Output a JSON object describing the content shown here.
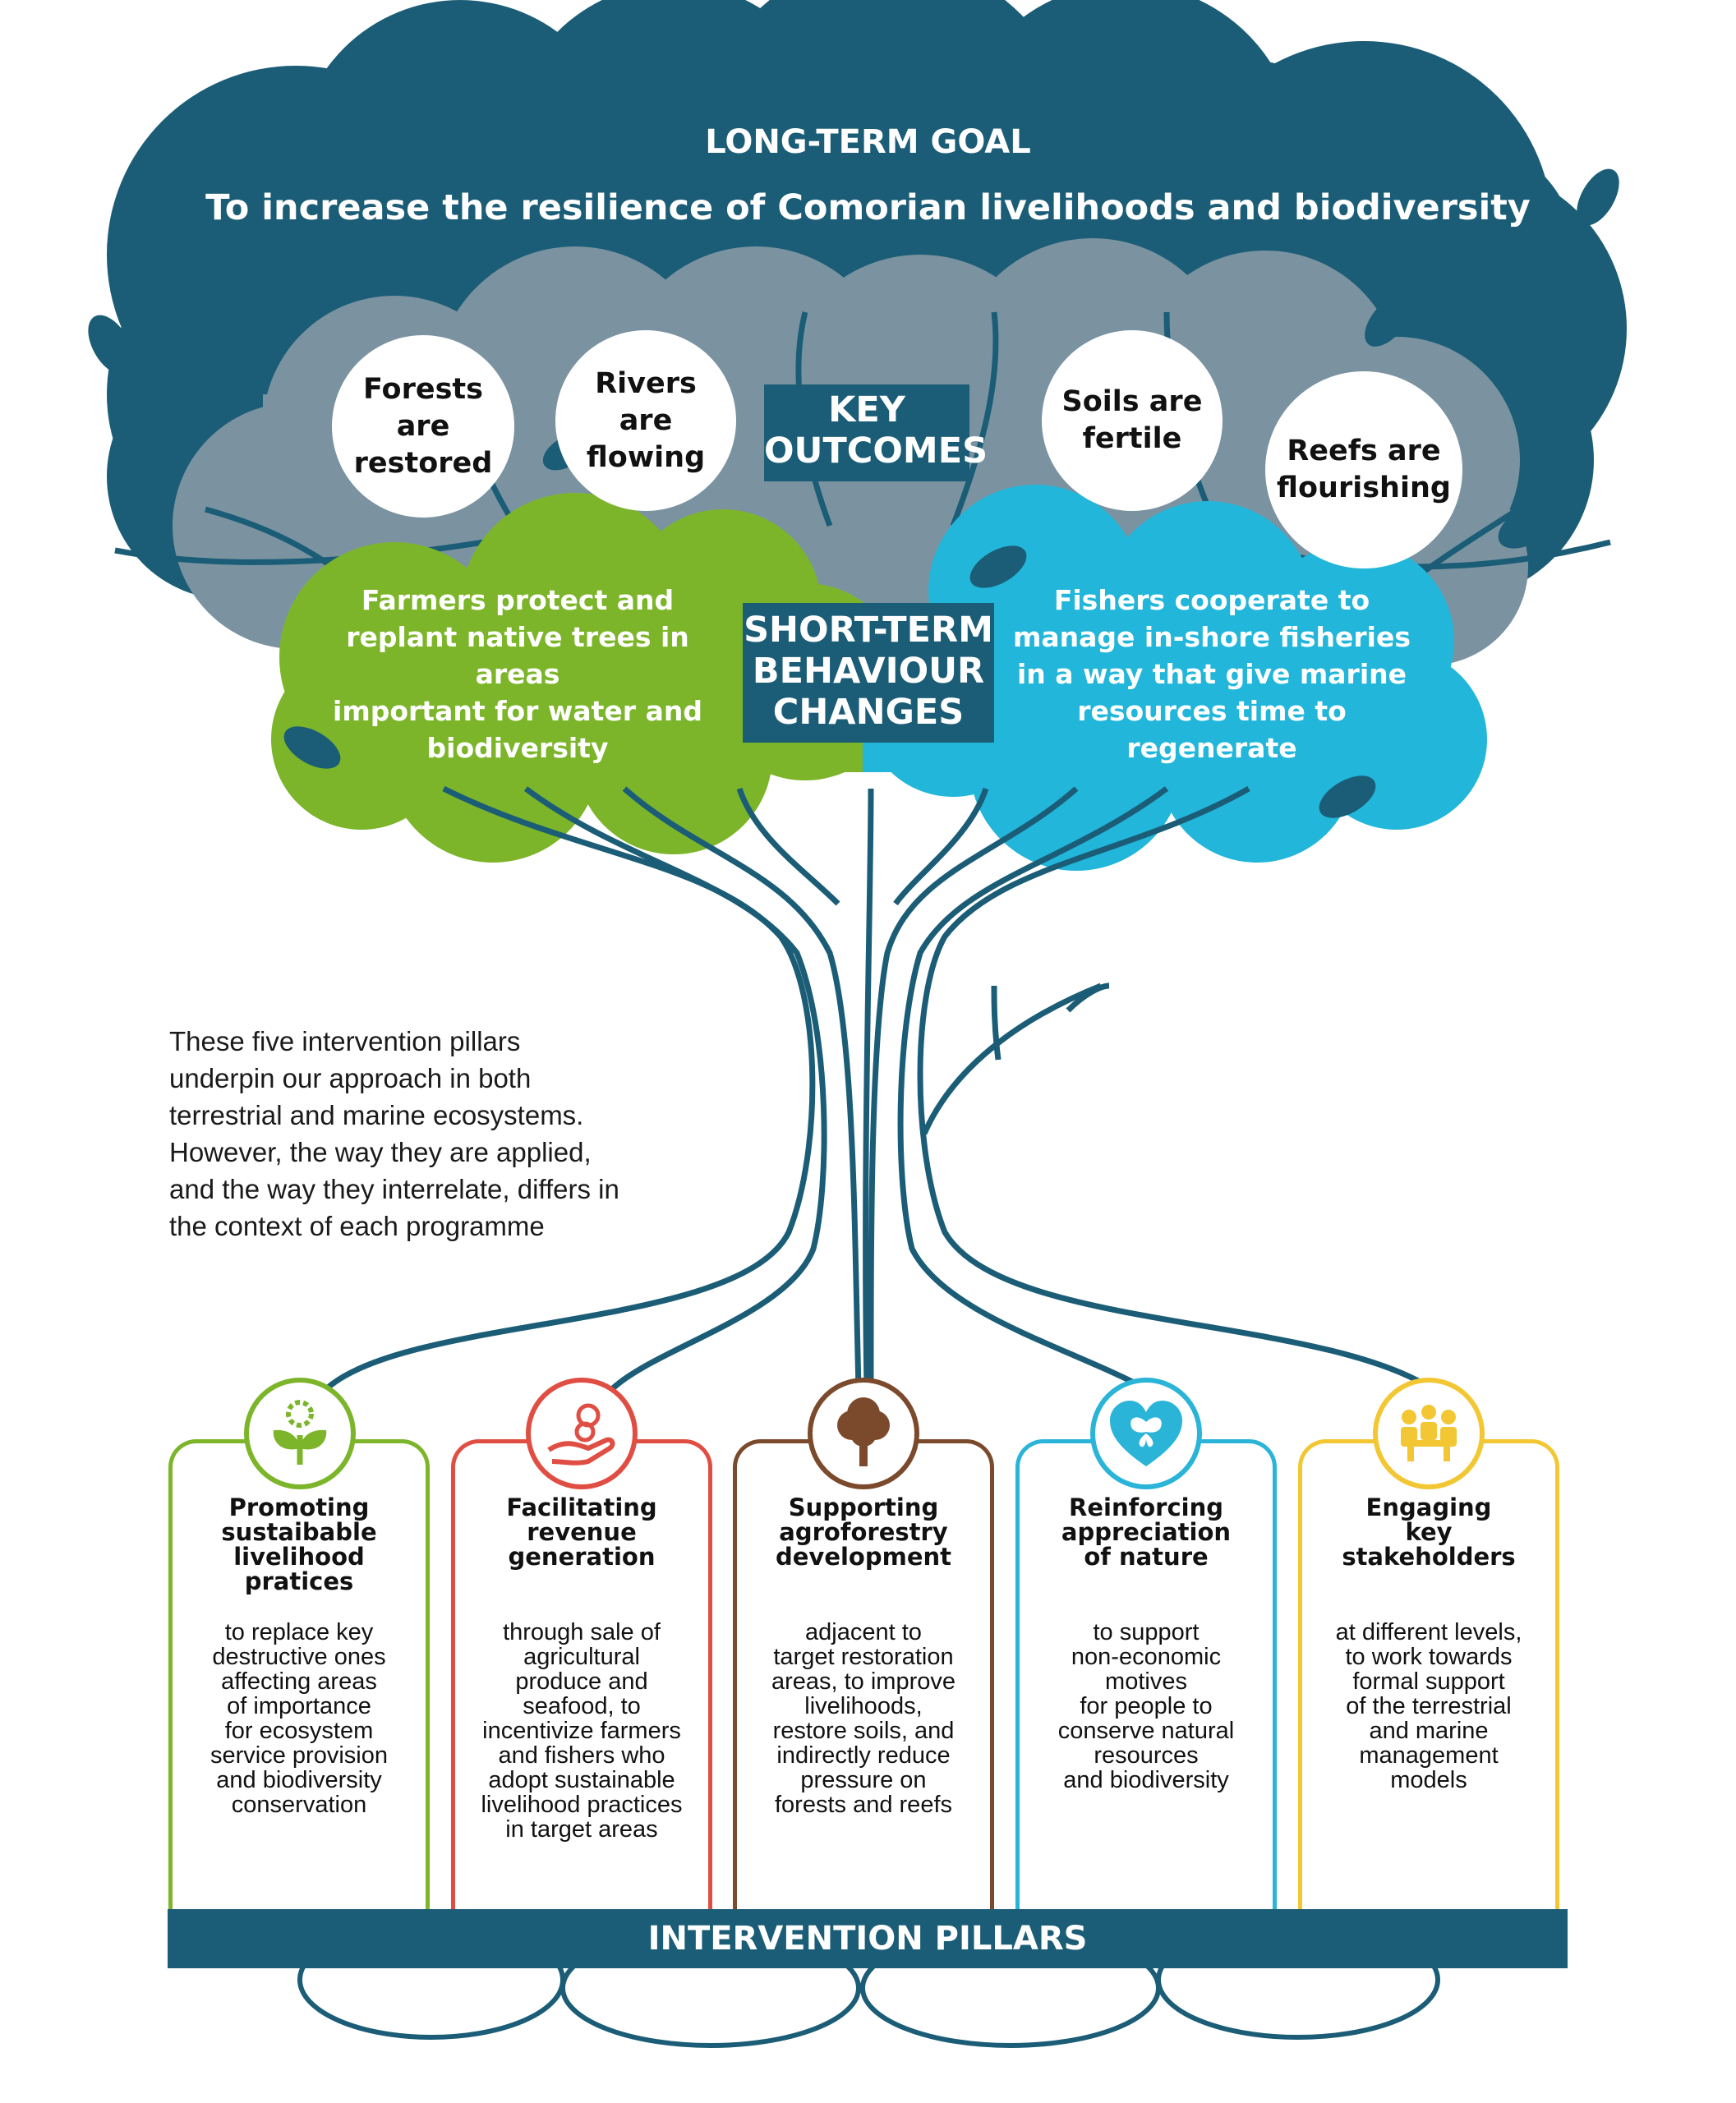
{
  "goal": {
    "heading": "LONG-TERM GOAL",
    "text": "To increase the resilience of Comorian livelihoods and biodiversity"
  },
  "key_outcomes": {
    "label_line1": "KEY",
    "label_line2": "OUTCOMES",
    "items": [
      {
        "line1": "Forests are",
        "line2": "restored"
      },
      {
        "line1": "Rivers are",
        "line2": "flowing"
      },
      {
        "line1": "Soils are",
        "line2": "fertile"
      },
      {
        "line1": "Reefs are",
        "line2": "flourishing"
      }
    ]
  },
  "behaviour": {
    "label_line1": "SHORT-TERM",
    "label_line2": "BEHAVIOUR",
    "label_line3": "CHANGES",
    "farmers": [
      "Farmers protect and",
      "replant native trees in areas",
      "important for water and",
      "biodiversity"
    ],
    "fishers": [
      "Fishers cooperate to",
      "manage in-shore fisheries",
      "in a way that give marine",
      "resources time to regenerate"
    ]
  },
  "intro_text": [
    "These five intervention pillars",
    "underpin our approach in both",
    "terrestrial and marine ecosystems.",
    "However, the way they are applied,",
    "and the way they interrelate, differs in",
    "the context of each programme"
  ],
  "pillars": [
    {
      "icon": "sprout-gear-icon",
      "color": "#7cb52a",
      "title": [
        "Promoting",
        "sustaibable",
        "livelihood",
        "pratices"
      ],
      "desc": [
        "to replace key",
        "destructive ones",
        "affecting areas",
        "of importance",
        "for ecosystem",
        "service provision",
        "and biodiversity",
        "conservation"
      ]
    },
    {
      "icon": "hand-coins-icon",
      "color": "#e04e43",
      "title": [
        "Facilitating",
        "revenue",
        "generation"
      ],
      "desc": [
        "through sale of",
        "agricultural",
        "produce and",
        "seafood, to",
        "incentivize farmers",
        "and fishers who",
        "adopt sustainable",
        "livelihood practices",
        "in target areas"
      ]
    },
    {
      "icon": "tree-icon",
      "color": "#7b4a2c",
      "title": [
        "Supporting",
        "agroforestry",
        "development"
      ],
      "desc": [
        "adjacent to",
        "target restoration",
        "areas, to improve",
        "livelihoods,",
        "restore soils, and",
        "indirectly reduce",
        "pressure on",
        "forests and reefs"
      ]
    },
    {
      "icon": "heart-butterfly-icon",
      "color": "#29b4d8",
      "title": [
        "Reinforcing",
        "appreciation",
        "of nature"
      ],
      "desc": [
        "to support",
        "non-economic",
        "motives",
        "for people to",
        "conserve natural",
        "resources",
        "and biodiversity"
      ]
    },
    {
      "icon": "people-meeting-icon",
      "color": "#f2c733",
      "title": [
        "Engaging",
        "key",
        "stakeholders"
      ],
      "desc": [
        "at different levels,",
        "to work towards",
        "formal support",
        "of the terrestrial",
        "and marine",
        "management",
        "models"
      ]
    }
  ],
  "footer_bar": "INTERVENTION PILLARS",
  "colors": {
    "dark_teal": "#1b5d76",
    "grey_blue": "#7b93a1",
    "green": "#7cb52a",
    "light_blue": "#22b6da"
  }
}
